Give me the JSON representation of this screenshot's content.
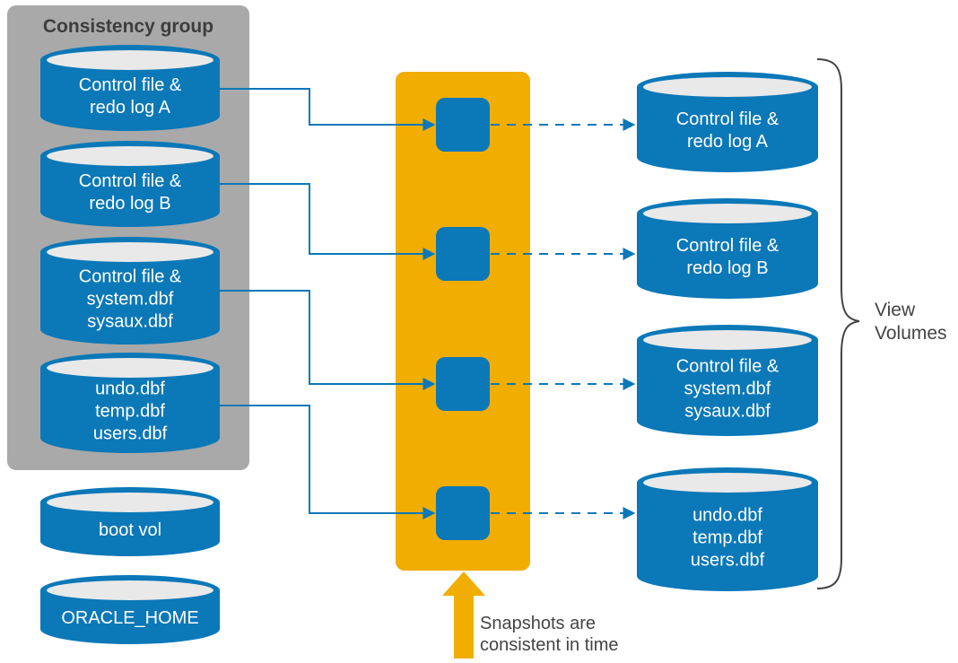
{
  "consistency_group": {
    "title": "Consistency group",
    "volumes": [
      {
        "lines": [
          "Control file &",
          "redo log A"
        ]
      },
      {
        "lines": [
          "Control file &",
          "redo log B"
        ]
      },
      {
        "lines": [
          "Control file &",
          "system.dbf",
          "sysaux.dbf"
        ]
      },
      {
        "lines": [
          "undo.dbf",
          "temp.dbf",
          "users.dbf"
        ]
      }
    ]
  },
  "other_volumes": [
    {
      "lines": [
        "boot vol"
      ]
    },
    {
      "lines": [
        "ORACLE_HOME"
      ]
    }
  ],
  "view_volumes": {
    "label_lines": [
      "View",
      "Volumes"
    ],
    "volumes": [
      {
        "lines": [
          "Control file &",
          "redo log A"
        ]
      },
      {
        "lines": [
          "Control file &",
          "redo log B"
        ]
      },
      {
        "lines": [
          "Control file &",
          "system.dbf",
          "sysaux.dbf"
        ]
      },
      {
        "lines": [
          "undo.dbf",
          "temp.dbf",
          "users.dbf"
        ]
      }
    ]
  },
  "snapshots": {
    "count": 4,
    "caption_lines": [
      "Snapshots are",
      "consistent in time"
    ]
  },
  "colors": {
    "group_bg": "#a9a9a9",
    "volume_blue": "#0b78b8",
    "volume_top": "#e9e9e9",
    "snapshot_bar": "#f1ad00",
    "snapshot_box": "#0b78b8",
    "connector": "#0b78b8",
    "bracket": "#444444",
    "text_dark": "#444444"
  }
}
